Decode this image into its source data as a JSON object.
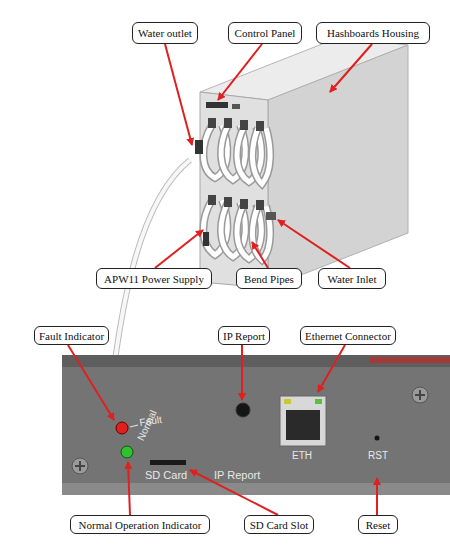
{
  "diagram": {
    "nodes": [
      {
        "text": [
          "Water outlet"
        ]
      },
      {
        "text": [
          "Control Panel"
        ]
      },
      {
        "text": [
          "Hashboards Housing"
        ]
      },
      {
        "text": [
          "APW11 Power Supply"
        ]
      },
      {
        "text": [
          "Bend Pipes"
        ]
      },
      {
        "text": [
          "Water Inlet"
        ]
      },
      {
        "text": [
          "Fault Indicator"
        ]
      },
      {
        "text": [
          "IP Report"
        ]
      },
      {
        "text": [
          "Ethernet Connector"
        ]
      },
      {
        "text": [
          "Normal Operation Indicator"
        ]
      },
      {
        "text": [
          "SD Card Slot"
        ]
      },
      {
        "text": [
          "Reset"
        ]
      }
    ],
    "labels": [
      "Fault",
      "Normal",
      "SD Card",
      "IP Report",
      "ETH",
      "RST"
    ]
  }
}
